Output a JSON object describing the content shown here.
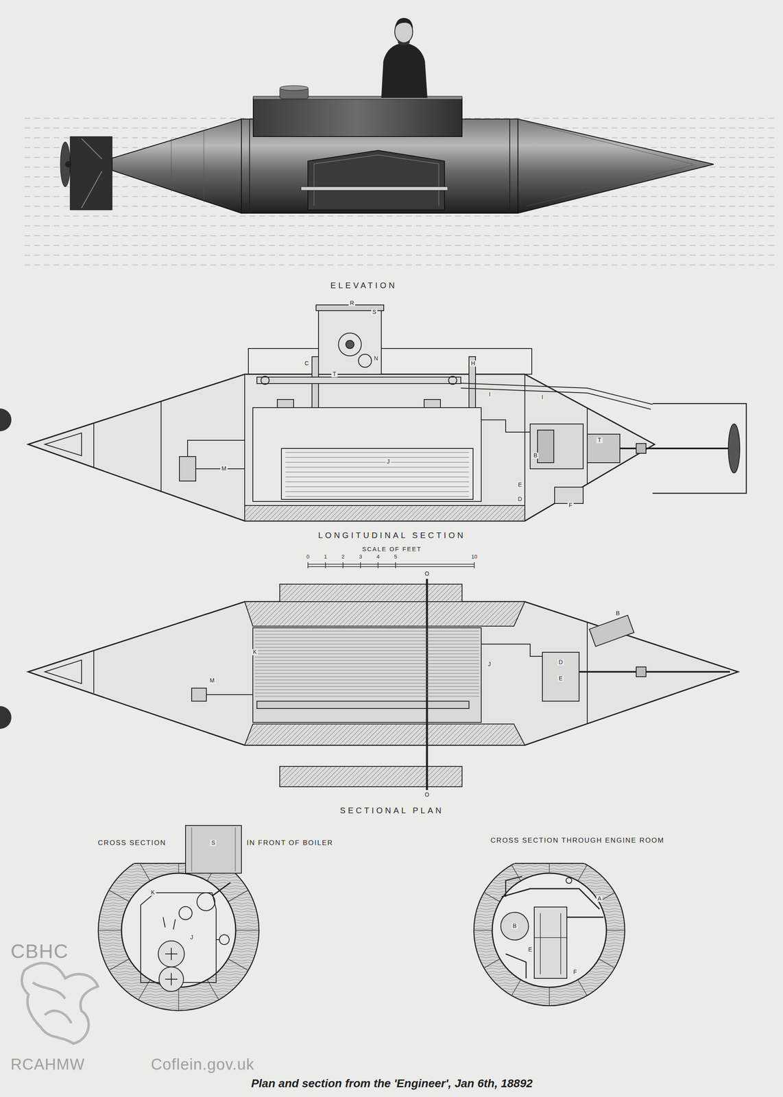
{
  "diagram": {
    "caption": "Plan and section from the 'Engineer', Jan 6th, 18892",
    "labels": [
      "ELEVATION",
      "R",
      "S",
      "C",
      "N",
      "H",
      "T",
      "I",
      "I",
      "J",
      "B",
      "T",
      "E",
      "D",
      "F",
      "M",
      "LONGITUDINAL SECTION",
      "SCALE OF FEET",
      "0",
      "1",
      "2",
      "3",
      "4",
      "5",
      "10",
      "O",
      "K",
      "M",
      "J",
      "B",
      "D",
      "E",
      "O",
      "SECTIONAL PLAN",
      "CROSS SECTION",
      "S",
      "IN FRONT OF BOILER",
      "K",
      "J",
      "CROSS SECTION THROUGH ENGINE ROOM",
      "A",
      "B",
      "E",
      "F",
      "CBHC",
      "RCAHMW",
      "Coflein.gov.uk"
    ]
  }
}
